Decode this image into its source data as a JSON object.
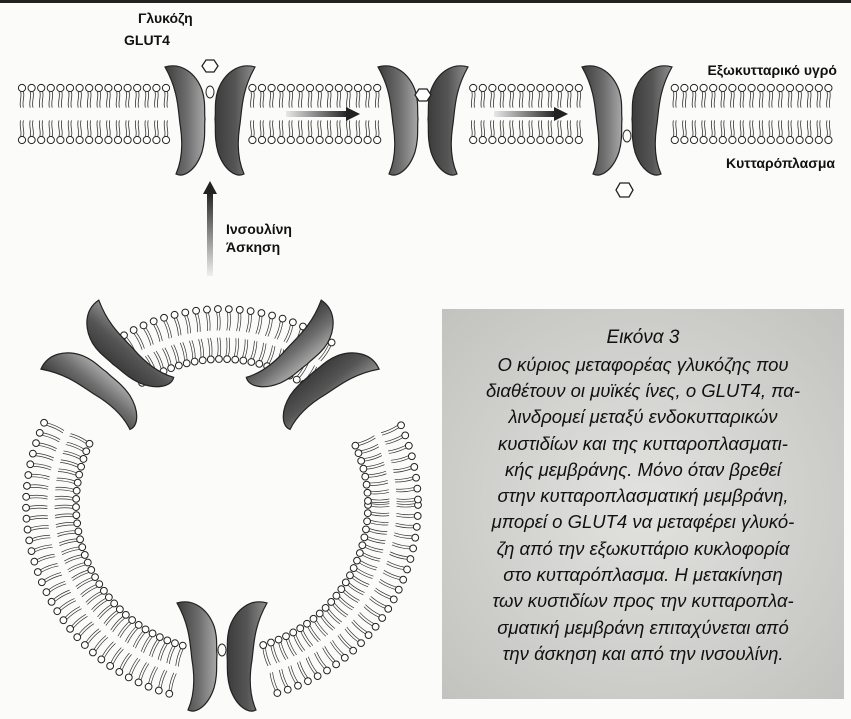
{
  "labels": {
    "glucose": "Γλυκόζη",
    "glut4": "GLUT4",
    "extracellular": "Εξωκυτταρικό υγρό",
    "cytoplasm": "Κυτταρόπλασμα",
    "insulin": "Ινσουλίνη",
    "exercise": "Άσκηση"
  },
  "caption": {
    "title": "Εικόνα 3",
    "lines": [
      "Ο κύριος μεταφορέας γλυκόζης που",
      "διαθέτουν οι μυϊκές ίνες, ο GLUT4, πα-",
      "λινδρομεί μεταξύ ενδοκυτταρικών",
      "κυστιδίων και της κυτταροπλασματι-",
      "κής μεμβράνης. Μόνο όταν βρεθεί",
      "στην κυτταροπλασματική μεμβράνη,",
      "μπορεί ο GLUT4 να μεταφέρει γλυκό-",
      "ζη από την εξωκυττάριο κυκλοφορία",
      "στο κυτταρόπλασμα. Η μετακίνηση",
      "των κυστιδίων προς την κυτταροπλα-",
      "σματική μεμβράνη επιταχύνεται από",
      "την άσκηση και από την ινσουλίνη."
    ]
  },
  "colors": {
    "transporter_dark": "#3c3c3c",
    "transporter_light": "#a8a8a8",
    "lipid_head": "#ffffff",
    "caption_bg": "#d2d2ce"
  }
}
